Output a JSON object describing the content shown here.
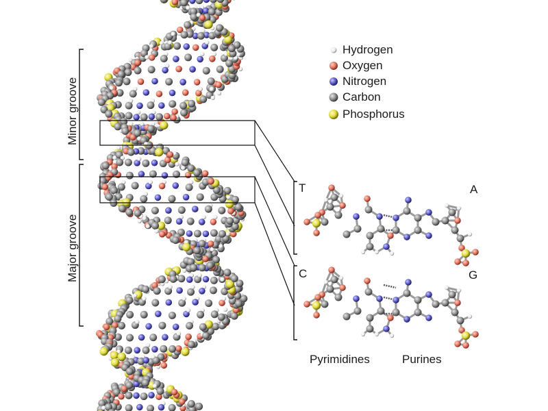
{
  "legend": {
    "items": [
      {
        "label": "Hydrogen",
        "color": "#f2f2f2",
        "stroke": "#9a9a9a",
        "size": 8
      },
      {
        "label": "Oxygen",
        "color": "#e2735e",
        "stroke": "#8a3626",
        "size": 11
      },
      {
        "label": "Nitrogen",
        "color": "#5a59c8",
        "stroke": "#27266e",
        "size": 11
      },
      {
        "label": "Carbon",
        "color": "#8c8c8c",
        "stroke": "#3d3d3d",
        "size": 12
      },
      {
        "label": "Phosphorus",
        "color": "#e0db3c",
        "stroke": "#7e7a14",
        "size": 13
      }
    ]
  },
  "grooves": {
    "minor": "Minor groove",
    "major": "Major groove"
  },
  "pairs": {
    "top_left": "T",
    "top_right": "A",
    "bottom_left": "C",
    "bottom_right": "G"
  },
  "categories": {
    "pyrimidines": "Pyrimidines",
    "purines": "Purines"
  }
}
